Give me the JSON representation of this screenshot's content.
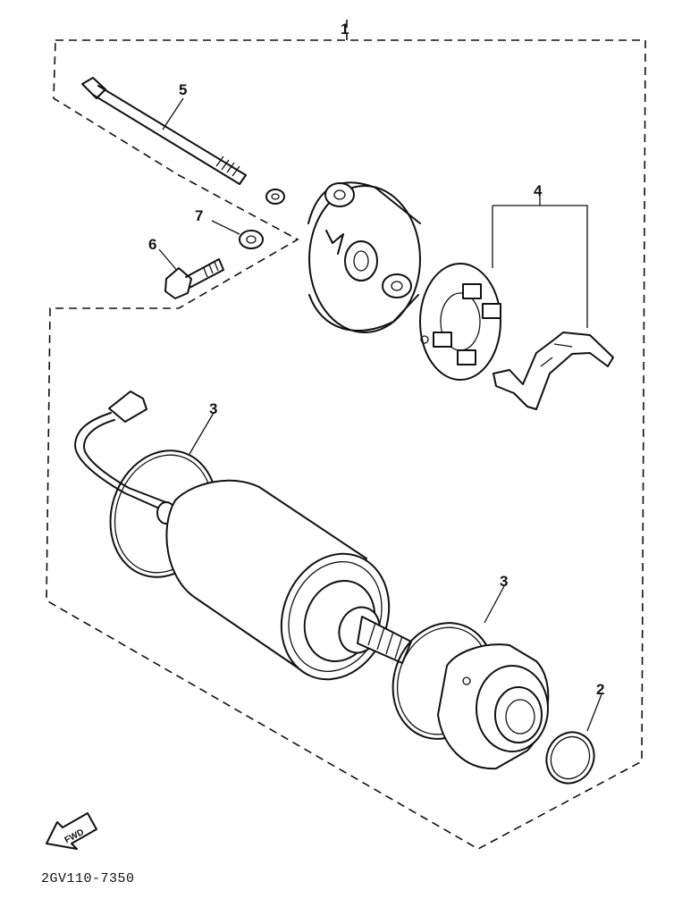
{
  "callouts": {
    "c1": "1",
    "c2": "2",
    "c3a": "3",
    "c3b": "3",
    "c4": "4",
    "c5": "5",
    "c6": "6",
    "c7": "7"
  },
  "parts": {
    "bolt_long": "long-through-bolt",
    "spring_washer": "spring-washer",
    "bolt_short": "short-bolt",
    "washer": "washer",
    "end_cover": "rear-end-cover",
    "brush_holder": "brush-holder-plate",
    "brush_lead": "brush-lead-bracket",
    "oring_rear": "o-ring",
    "motor_body": "starter-motor-yoke",
    "front_cover": "front-cover",
    "oring_front": "o-ring-front"
  },
  "footer": {
    "fwd_label": "FWD",
    "diagram_code": "2GV110-7350"
  }
}
